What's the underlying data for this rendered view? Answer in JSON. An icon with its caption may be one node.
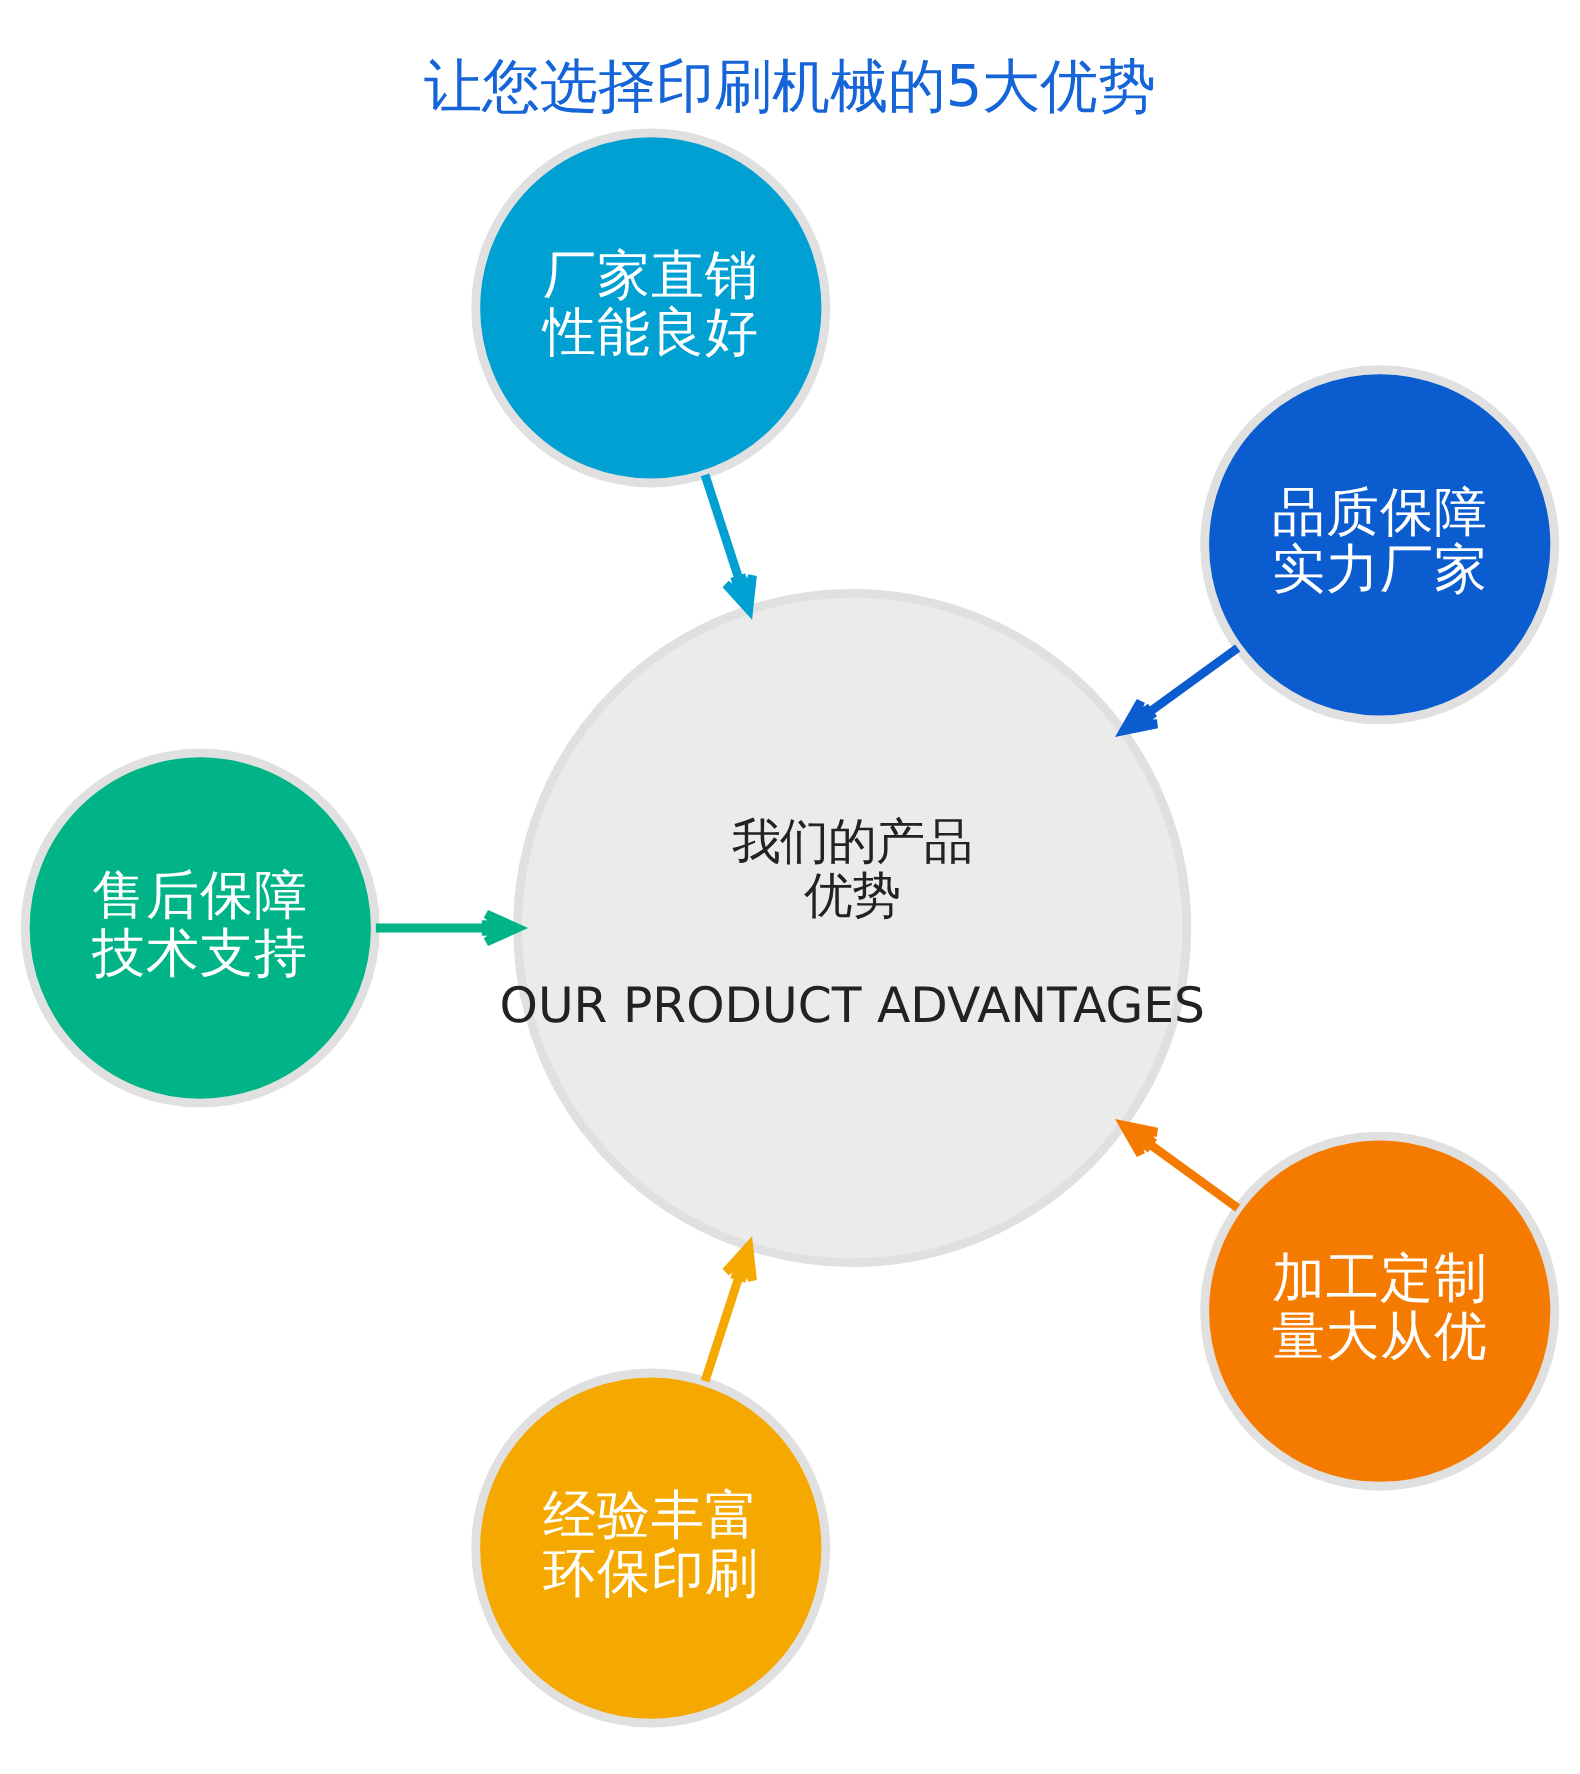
{
  "diagram": {
    "title": "让您选择印刷机械的5大优势",
    "nodes": [
      {
        "text": [
          "我们的产品优势",
          "OUR PRODUCT ADVANTAGES"
        ]
      },
      {
        "text": [
          "品质保障实力厂家"
        ]
      },
      {
        "text": [
          "厂家直销性能良好"
        ]
      },
      {
        "text": [
          "售后保障技术支持"
        ]
      },
      {
        "text": [
          "经验丰富环保印刷"
        ]
      },
      {
        "text": [
          "加工定制量大从优"
        ]
      }
    ],
    "edges": [
      {
        "from": 1,
        "to": 0,
        "arrow": "to",
        "color": "#0a5ccf"
      },
      {
        "from": 2,
        "to": 0,
        "arrow": "to",
        "color": "#00a0d2"
      },
      {
        "from": 3,
        "to": 0,
        "arrow": "to",
        "color": "#00b487"
      },
      {
        "from": 4,
        "to": 0,
        "arrow": "to",
        "color": "#f5a800"
      },
      {
        "from": 5,
        "to": 0,
        "arrow": "to",
        "color": "#f57a00"
      }
    ]
  }
}
